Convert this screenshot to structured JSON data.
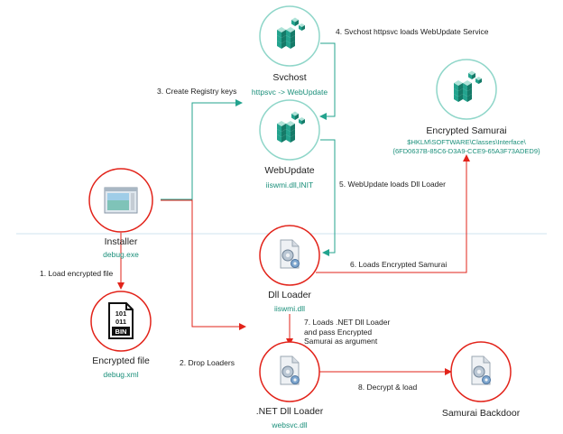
{
  "colors": {
    "red": "#e2231a",
    "teal": "#23a38e",
    "teal_light": "#8fd6c9",
    "text_teal": "#1a8f7a"
  },
  "icons": {
    "registry": "registry-cubes-icon",
    "dll": "dll-gears-icon",
    "bin": "bin-file-icon",
    "installer": "installer-window-icon"
  },
  "nodes": {
    "svchost": {
      "title": "Svchost",
      "subtitle": "httpsvc -> WebUpdate"
    },
    "webupdate": {
      "title": "WebUpdate",
      "subtitle": "iiswmi.dll,INIT"
    },
    "samurai_reg": {
      "title": "Encrypted Samurai",
      "subtitle_line1": "$HKLM\\SOFTWARE\\Classes\\Interface\\",
      "subtitle_line2": "{6FD0637B-85C6-D3A9-CCE9-65A3F73ADED9}"
    },
    "installer": {
      "title": "Installer",
      "subtitle": "debug.exe"
    },
    "encfile": {
      "title": "Encrypted file",
      "subtitle": "debug.xml",
      "icon_lines": [
        "101",
        "011",
        "BIN"
      ]
    },
    "dll_loader": {
      "title": "Dll Loader",
      "subtitle": "iiswmi.dll"
    },
    "net_loader": {
      "title": ".NET Dll Loader",
      "subtitle": "websvc.dll"
    },
    "backdoor": {
      "title": "Samurai Backdoor"
    }
  },
  "steps": {
    "s1": "1. Load encrypted file",
    "s2": "2. Drop Loaders",
    "s3": "3. Create Registry keys",
    "s4": "4. Svchost httpsvc loads WebUpdate Service",
    "s5": "5. WebUpdate loads Dll Loader",
    "s6": "6. Loads Encrypted Samurai",
    "s7": "7. Loads .NET Dll Loader and pass Encrypted Samurai as argument",
    "s8": "8. Decrypt & load"
  }
}
